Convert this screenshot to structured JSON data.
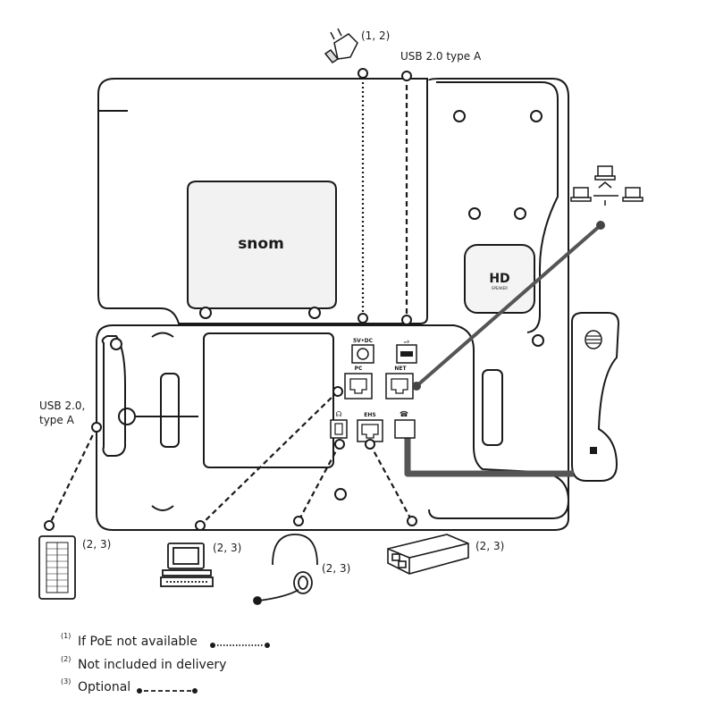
{
  "labels": {
    "power_supply": "(1, 2)",
    "usb_top": "USB 2.0 type A",
    "usb_side_line1": "USB 2.0,",
    "usb_side_line2": "type A",
    "expansion_module": "(2, 3)",
    "pc": "(2, 3)",
    "headset": "(2, 3)",
    "ehs_adapter": "(2, 3)"
  },
  "phone": {
    "brand": "snom",
    "hd_badge": "HD",
    "hd_sub": "SPEAKER",
    "port_power": "5V•DC",
    "port_pc": "PC",
    "port_net": "NET",
    "port_ehs": "EHS"
  },
  "legend": [
    {
      "marker": "(1)",
      "text": "If PoE not available",
      "line": "dotted"
    },
    {
      "marker": "(2)",
      "text": "Not included in delivery",
      "line": "none"
    },
    {
      "marker": "(3)",
      "text": "Optional",
      "line": "dashed"
    }
  ]
}
